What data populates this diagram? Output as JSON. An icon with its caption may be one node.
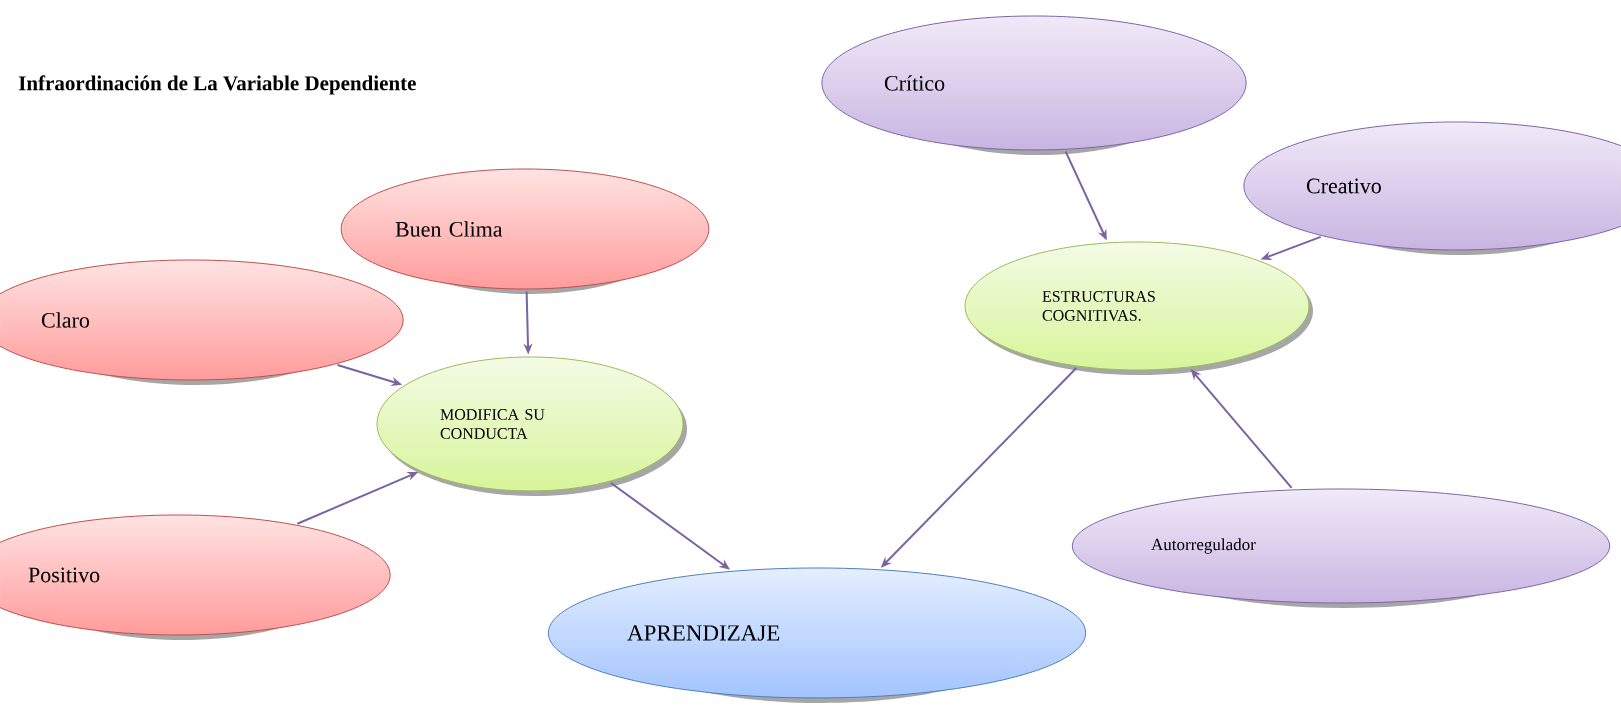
{
  "diagram": {
    "title": "Infraordinación de La Variable Dependiente",
    "nodes": [
      {
        "text": [
          "Crítico"
        ]
      },
      {
        "text": [
          "Creativo"
        ]
      },
      {
        "text": [
          "Buen Clima"
        ]
      },
      {
        "text": [
          "Claro"
        ]
      },
      {
        "text": [
          "ESTRUCTURAS COGNITIVAS."
        ]
      },
      {
        "text": [
          "MODIFICA SU CONDUCTA"
        ]
      },
      {
        "text": [
          "Autorregulador"
        ]
      },
      {
        "text": [
          "Positivo"
        ]
      },
      {
        "text": [
          "APRENDIZAJE"
        ]
      }
    ],
    "edges": [
      {
        "from": 3,
        "to": 5,
        "arrow": "to"
      },
      {
        "from": 2,
        "to": 5,
        "arrow": "to"
      },
      {
        "from": 7,
        "to": 5,
        "arrow": "to"
      },
      {
        "from": 5,
        "to": 8,
        "arrow": "to"
      },
      {
        "from": 0,
        "to": 4,
        "arrow": "to"
      },
      {
        "from": 1,
        "to": 4,
        "arrow": "to"
      },
      {
        "from": 6,
        "to": 4,
        "arrow": "to"
      },
      {
        "from": 4,
        "to": 8,
        "arrow": "to"
      }
    ]
  }
}
